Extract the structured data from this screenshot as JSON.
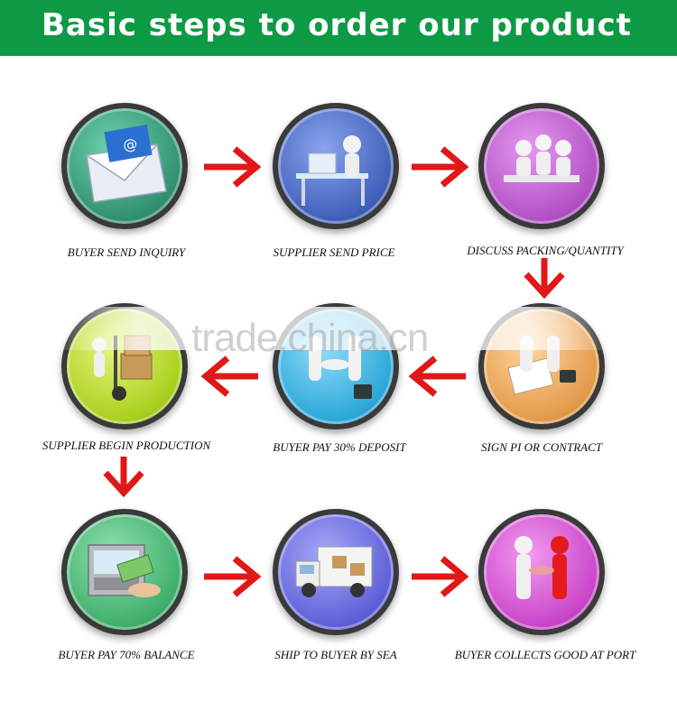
{
  "header": {
    "title": "Basic steps to order our product"
  },
  "watermark": "trade.china.cn",
  "steps": [
    {
      "label": "BUYER SEND INQUIRY",
      "icon": "envelope-icon",
      "color": "#2f8f6f"
    },
    {
      "label": "SUPPLIER SEND PRICE",
      "icon": "computer-desk-icon",
      "color": "#3f5fb8"
    },
    {
      "label": "DISCUSS PACKING/QUANTITY",
      "icon": "meeting-icon",
      "color": "#b24fc4"
    },
    {
      "label": "SIGN PI OR CONTRACT",
      "icon": "contract-icon",
      "color": "#e39a4a"
    },
    {
      "label": "BUYER PAY 30% DEPOSIT",
      "icon": "handshake-icon",
      "color": "#2aa7d8"
    },
    {
      "label": "SUPPLIER BEGIN PRODUCTION",
      "icon": "hand-truck-icon",
      "color": "#a9cf1e"
    },
    {
      "label": "BUYER PAY 70% BALANCE",
      "icon": "atm-cash-icon",
      "color": "#3fae6b"
    },
    {
      "label": "SHIP TO BUYER BY SEA",
      "icon": "delivery-truck-icon",
      "color": "#5e5fd8"
    },
    {
      "label": "BUYER COLLECTS GOOD AT PORT",
      "icon": "people-handshake-icon",
      "color": "#c945c8"
    }
  ],
  "colors": {
    "banner": "#0e9a45",
    "arrow": "#e01818"
  }
}
